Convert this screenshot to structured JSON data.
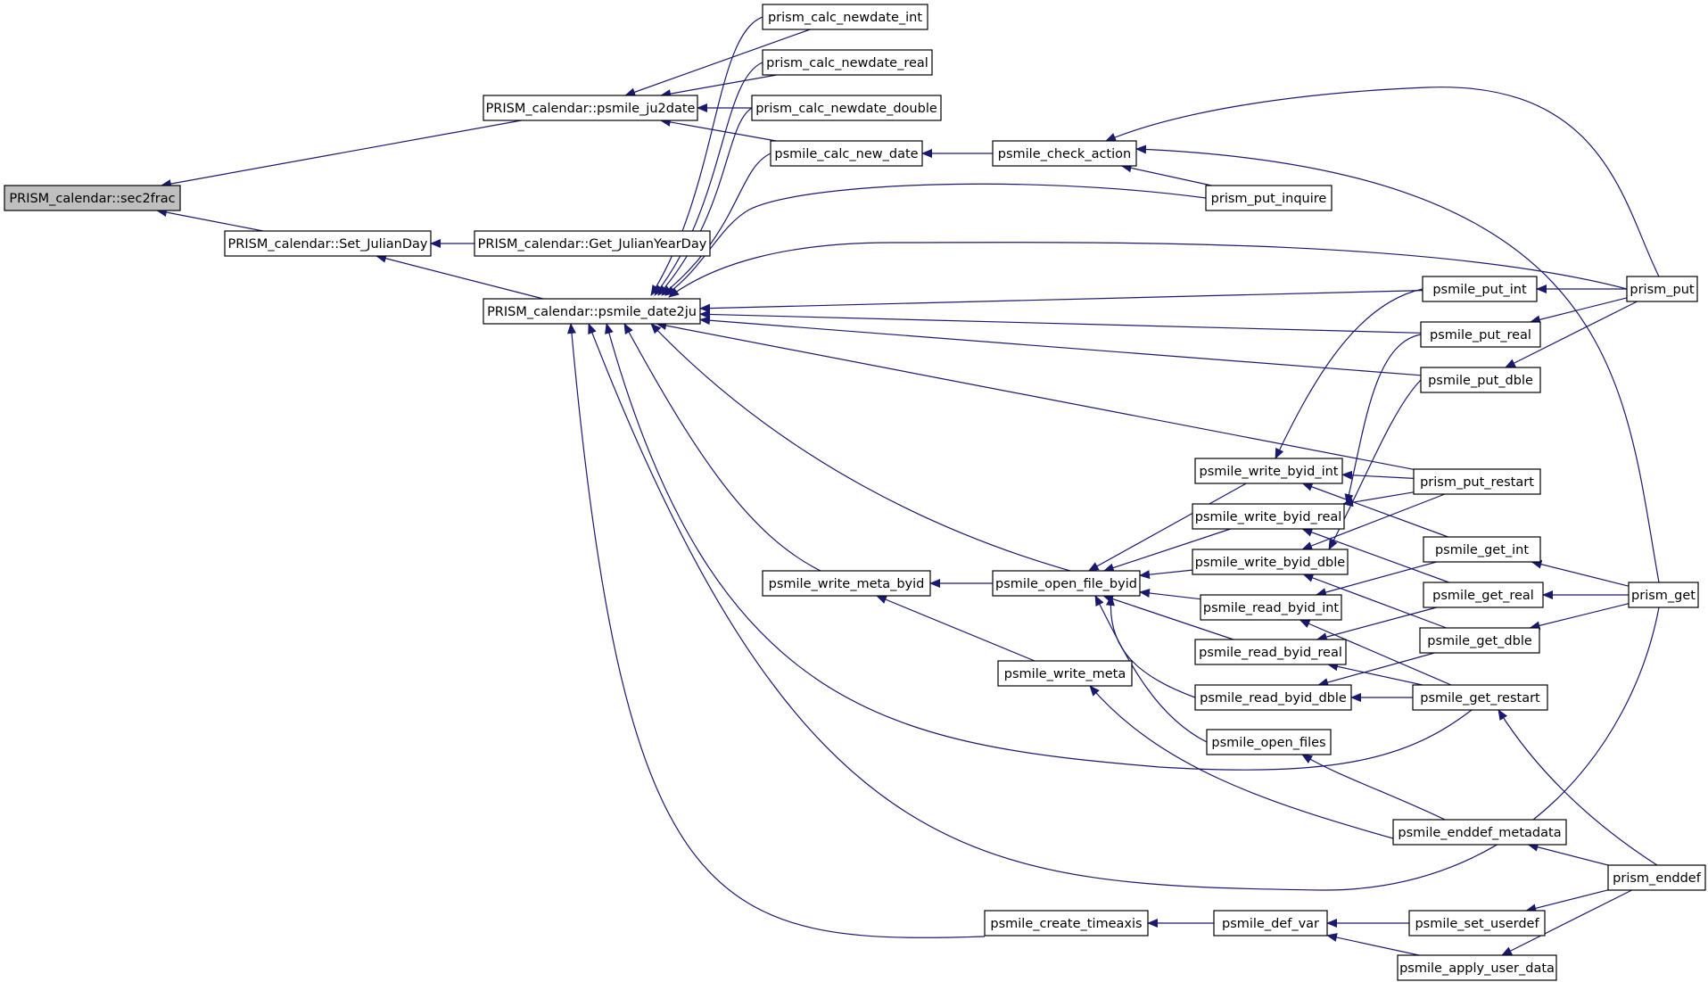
{
  "graph": {
    "nodes": [
      {
        "id": "sec2frac",
        "label": "PRISM_calendar::sec2frac",
        "root": true
      },
      {
        "id": "ju2date",
        "label": "PRISM_calendar::psmile_ju2date"
      },
      {
        "id": "setjd",
        "label": "PRISM_calendar::Set_JulianDay"
      },
      {
        "id": "date2ju",
        "label": "PRISM_calendar::psmile_date2ju"
      },
      {
        "id": "getjyd",
        "label": "PRISM_calendar::Get_JulianYearDay"
      },
      {
        "id": "cnd_int",
        "label": "prism_calc_newdate_int"
      },
      {
        "id": "cnd_real",
        "label": "prism_calc_newdate_real"
      },
      {
        "id": "cnd_double",
        "label": "prism_calc_newdate_double"
      },
      {
        "id": "calc_new_date",
        "label": "psmile_calc_new_date"
      },
      {
        "id": "check_action",
        "label": "psmile_check_action"
      },
      {
        "id": "put_inquire",
        "label": "prism_put_inquire"
      },
      {
        "id": "prism_put",
        "label": "prism_put"
      },
      {
        "id": "put_int",
        "label": "psmile_put_int"
      },
      {
        "id": "put_real",
        "label": "psmile_put_real"
      },
      {
        "id": "put_dble",
        "label": "psmile_put_dble"
      },
      {
        "id": "write_byid_int",
        "label": "psmile_write_byid_int"
      },
      {
        "id": "put_restart",
        "label": "prism_put_restart"
      },
      {
        "id": "write_byid_real",
        "label": "psmile_write_byid_real"
      },
      {
        "id": "get_int",
        "label": "psmile_get_int"
      },
      {
        "id": "write_byid_dble",
        "label": "psmile_write_byid_dble"
      },
      {
        "id": "write_meta_byid",
        "label": "psmile_write_meta_byid"
      },
      {
        "id": "open_file_byid",
        "label": "psmile_open_file_byid"
      },
      {
        "id": "read_byid_int",
        "label": "psmile_read_byid_int"
      },
      {
        "id": "get_real",
        "label": "psmile_get_real"
      },
      {
        "id": "prism_get",
        "label": "prism_get"
      },
      {
        "id": "read_byid_real",
        "label": "psmile_read_byid_real"
      },
      {
        "id": "get_dble",
        "label": "psmile_get_dble"
      },
      {
        "id": "write_meta",
        "label": "psmile_write_meta"
      },
      {
        "id": "read_byid_dble",
        "label": "psmile_read_byid_dble"
      },
      {
        "id": "get_restart",
        "label": "psmile_get_restart"
      },
      {
        "id": "open_files",
        "label": "psmile_open_files"
      },
      {
        "id": "enddef_metadata",
        "label": "psmile_enddef_metadata"
      },
      {
        "id": "prism_enddef",
        "label": "prism_enddef"
      },
      {
        "id": "create_timeaxis",
        "label": "psmile_create_timeaxis"
      },
      {
        "id": "def_var",
        "label": "psmile_def_var"
      },
      {
        "id": "set_userdef",
        "label": "psmile_set_userdef"
      },
      {
        "id": "apply_user_data",
        "label": "psmile_apply_user_data"
      }
    ],
    "edges": [
      {
        "from": "ju2date",
        "to": "sec2frac"
      },
      {
        "from": "setjd",
        "to": "sec2frac"
      },
      {
        "from": "getjyd",
        "to": "setjd"
      },
      {
        "from": "date2ju",
        "to": "setjd"
      },
      {
        "from": "cnd_int",
        "to": "ju2date"
      },
      {
        "from": "cnd_real",
        "to": "ju2date"
      },
      {
        "from": "cnd_double",
        "to": "ju2date"
      },
      {
        "from": "calc_new_date",
        "to": "ju2date"
      },
      {
        "from": "check_action",
        "to": "calc_new_date"
      },
      {
        "from": "prism_put",
        "to": "check_action"
      },
      {
        "from": "put_inquire",
        "to": "check_action"
      },
      {
        "from": "prism_get",
        "to": "check_action"
      },
      {
        "from": "cnd_int",
        "to": "date2ju"
      },
      {
        "from": "cnd_real",
        "to": "date2ju"
      },
      {
        "from": "cnd_double",
        "to": "date2ju"
      },
      {
        "from": "calc_new_date",
        "to": "date2ju"
      },
      {
        "from": "put_inquire",
        "to": "date2ju"
      },
      {
        "from": "prism_put",
        "to": "date2ju"
      },
      {
        "from": "put_int",
        "to": "date2ju"
      },
      {
        "from": "put_real",
        "to": "date2ju"
      },
      {
        "from": "put_dble",
        "to": "date2ju"
      },
      {
        "from": "put_restart",
        "to": "date2ju"
      },
      {
        "from": "write_meta_byid",
        "to": "date2ju"
      },
      {
        "from": "open_file_byid",
        "to": "date2ju"
      },
      {
        "from": "get_restart",
        "to": "date2ju"
      },
      {
        "from": "prism_get",
        "to": "date2ju"
      },
      {
        "from": "create_timeaxis",
        "to": "date2ju"
      },
      {
        "from": "prism_put",
        "to": "put_int"
      },
      {
        "from": "prism_put",
        "to": "put_real"
      },
      {
        "from": "prism_put",
        "to": "put_dble"
      },
      {
        "from": "open_file_byid",
        "to": "write_meta_byid"
      },
      {
        "from": "write_meta",
        "to": "write_meta_byid"
      },
      {
        "from": "enddef_metadata",
        "to": "write_meta"
      },
      {
        "from": "write_byid_int",
        "to": "open_file_byid"
      },
      {
        "from": "write_byid_real",
        "to": "open_file_byid"
      },
      {
        "from": "write_byid_dble",
        "to": "open_file_byid"
      },
      {
        "from": "read_byid_int",
        "to": "open_file_byid"
      },
      {
        "from": "read_byid_real",
        "to": "open_file_byid"
      },
      {
        "from": "read_byid_dble",
        "to": "open_file_byid"
      },
      {
        "from": "open_files",
        "to": "open_file_byid"
      },
      {
        "from": "put_int",
        "to": "write_byid_int"
      },
      {
        "from": "put_restart",
        "to": "write_byid_int"
      },
      {
        "from": "get_int",
        "to": "write_byid_int"
      },
      {
        "from": "put_real",
        "to": "write_byid_real"
      },
      {
        "from": "put_restart",
        "to": "write_byid_real"
      },
      {
        "from": "get_real",
        "to": "write_byid_real"
      },
      {
        "from": "put_dble",
        "to": "write_byid_dble"
      },
      {
        "from": "put_restart",
        "to": "write_byid_dble"
      },
      {
        "from": "get_dble",
        "to": "write_byid_dble"
      },
      {
        "from": "get_int",
        "to": "read_byid_int"
      },
      {
        "from": "get_restart",
        "to": "read_byid_int"
      },
      {
        "from": "get_real",
        "to": "read_byid_real"
      },
      {
        "from": "get_restart",
        "to": "read_byid_real"
      },
      {
        "from": "get_dble",
        "to": "read_byid_dble"
      },
      {
        "from": "get_restart",
        "to": "read_byid_dble"
      },
      {
        "from": "prism_get",
        "to": "get_int"
      },
      {
        "from": "prism_get",
        "to": "get_real"
      },
      {
        "from": "prism_get",
        "to": "get_dble"
      },
      {
        "from": "prism_enddef",
        "to": "get_restart"
      },
      {
        "from": "enddef_metadata",
        "to": "open_files"
      },
      {
        "from": "prism_enddef",
        "to": "enddef_metadata"
      },
      {
        "from": "def_var",
        "to": "create_timeaxis"
      },
      {
        "from": "set_userdef",
        "to": "def_var"
      },
      {
        "from": "apply_user_data",
        "to": "def_var"
      },
      {
        "from": "prism_enddef",
        "to": "set_userdef"
      },
      {
        "from": "prism_enddef",
        "to": "apply_user_data"
      }
    ]
  }
}
